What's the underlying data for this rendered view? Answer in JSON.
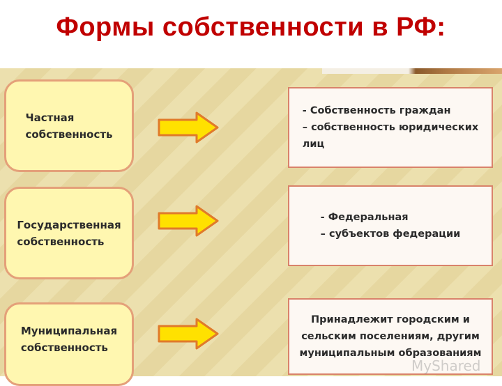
{
  "title": "Формы собственности в РФ:",
  "rows": [
    {
      "kind": "Частная\nсобственность",
      "info": "- Собственность граждан\n– собственность юридических\nлиц"
    },
    {
      "kind": "Государственная\nсобственность",
      "info": "- Федеральная\n– субъектов федерации"
    },
    {
      "kind": "Муниципальная\nсобственность",
      "info": "Принадлежит городским и\nсельским поселениям, другим\nмуниципальным образованиям"
    }
  ],
  "watermark": "MyShared",
  "colors": {
    "title": "#c00000",
    "kind_fill": "#fff7b0",
    "kind_border": "#e4a079",
    "info_border": "#d9826a",
    "arrow_fill": "#ffe100",
    "arrow_stroke": "#e07a2a"
  }
}
